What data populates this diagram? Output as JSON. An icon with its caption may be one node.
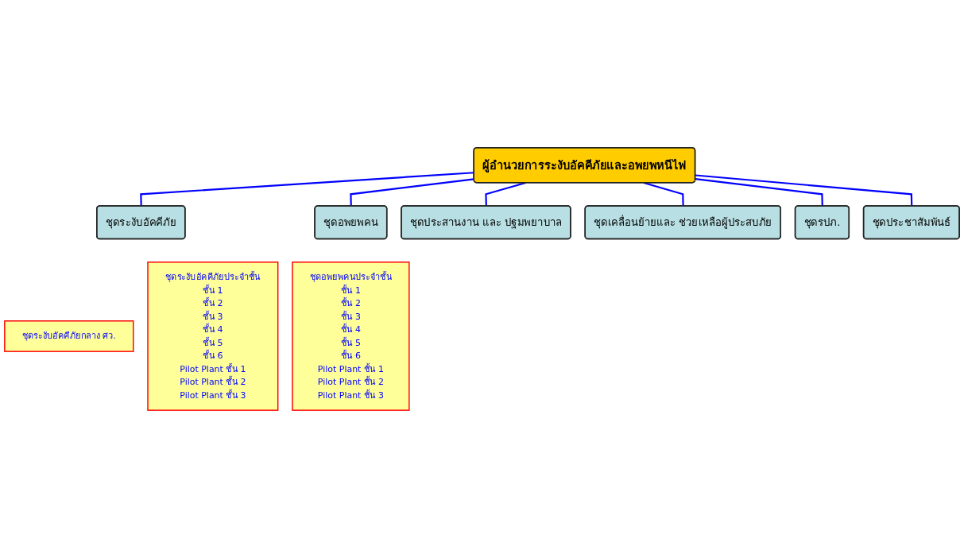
{
  "diagram": {
    "nodes": [
      {
        "text": [
          "ผู้อำนวยการระงับอัคคีภัยและอพยพหนีไฟ"
        ]
      },
      {
        "text": [
          "ชุดระงับอัคคีภัย"
        ]
      },
      {
        "text": [
          "ชุดระงับอัคคีภัยกลาง ศว."
        ]
      },
      {
        "text": [
          "ชุดระงับอัคคีภัยประจำชั้น",
          "ชั้น 1",
          "ชั้น 2",
          "ชั้น 3",
          "ชั้น 4",
          "ชั้น 5",
          "ชั้น 6",
          "Pilot Plant ชั้น 1",
          "Pilot Plant ชั้น 2",
          "Pilot Plant ชั้น 3"
        ]
      },
      {
        "text": [
          "ชุดอพยพคน"
        ]
      },
      {
        "text": [
          "ชุดอพยพคนประจำชั้น",
          "ชั้น 1",
          "ชั้น 2",
          "ชั้น 3",
          "ชั้น 4",
          "ชั้น 5",
          "ชั้น 6",
          "Pilot Plant ชั้น 1",
          "Pilot Plant ชั้น 2",
          "Pilot Plant ชั้น 3"
        ]
      },
      {
        "text": [
          "ชุดประสานงาน และ ปฐมพยาบาล"
        ]
      },
      {
        "text": [
          "ชุดเคลื่อนย้ายและ ช่วยเหลือผู้ประสบภัย"
        ]
      },
      {
        "text": [
          "ชุดรปภ."
        ]
      },
      {
        "text": [
          "ชุดประชาสัมพันธ์"
        ]
      }
    ],
    "edges": [
      {
        "from": 0,
        "to": 1,
        "arrow": "none"
      },
      {
        "from": 0,
        "to": 4,
        "arrow": "none"
      },
      {
        "from": 0,
        "to": 6,
        "arrow": "none"
      },
      {
        "from": 0,
        "to": 7,
        "arrow": "none"
      },
      {
        "from": 0,
        "to": 8,
        "arrow": "none"
      },
      {
        "from": 0,
        "to": 9,
        "arrow": "none"
      }
    ]
  }
}
